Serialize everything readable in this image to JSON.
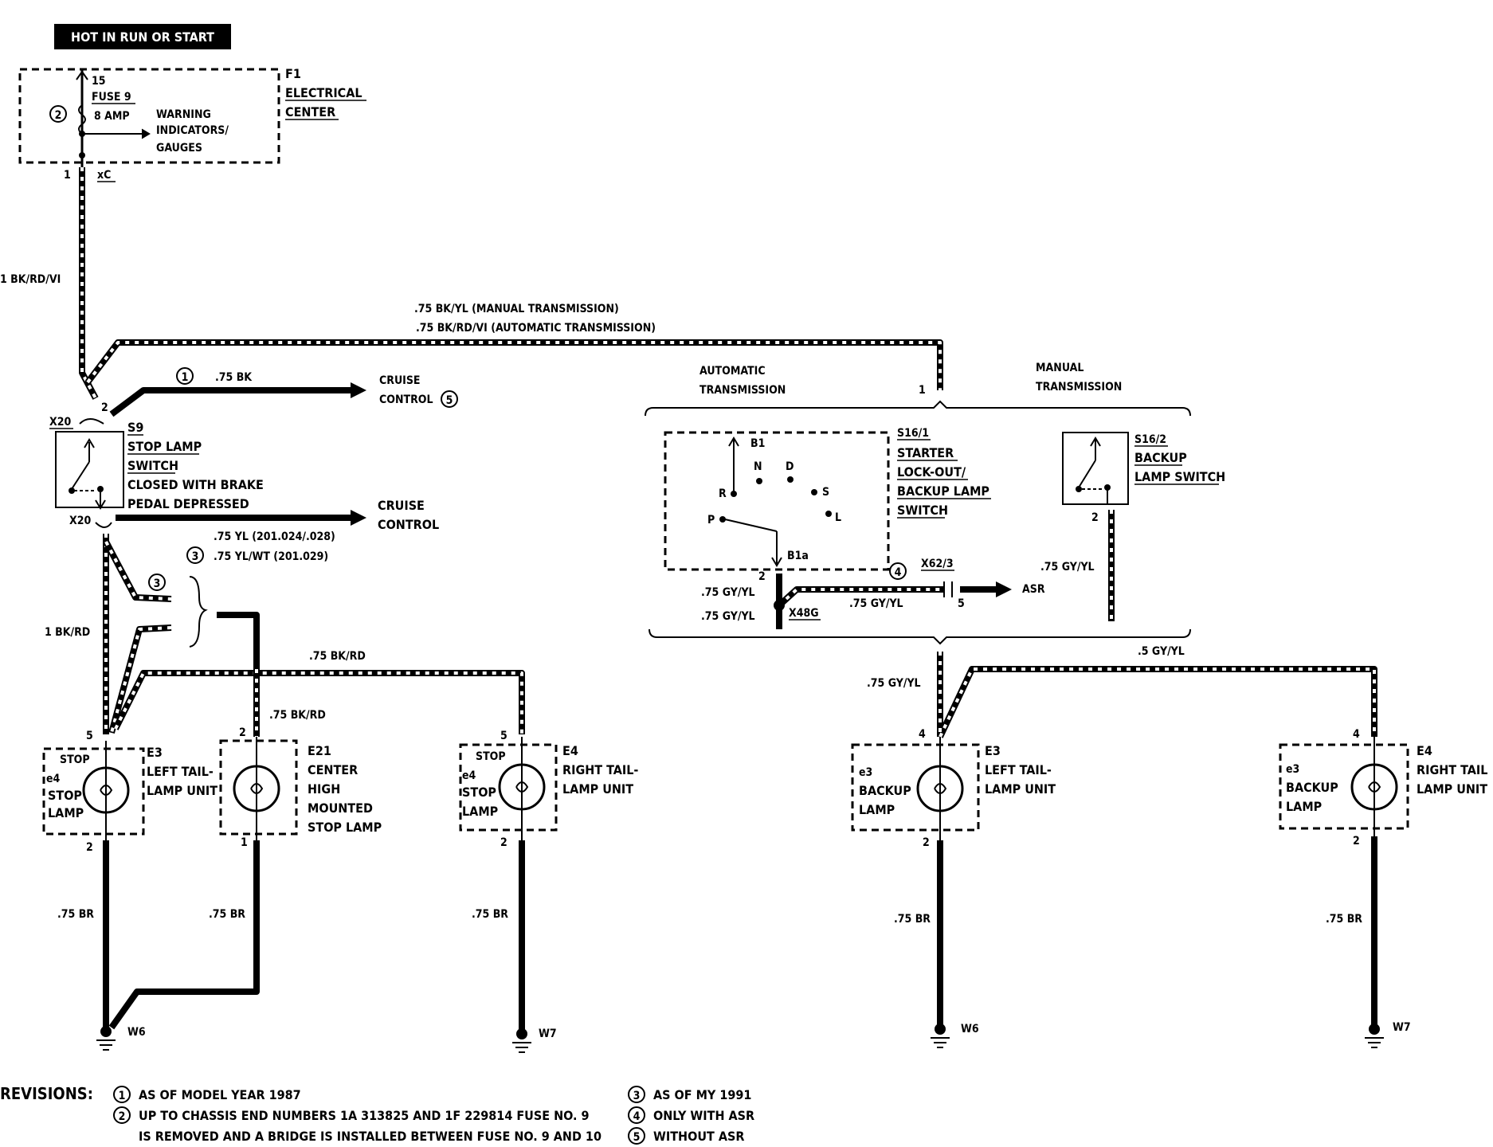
{
  "header": {
    "hot_label": "HOT IN RUN OR START"
  },
  "fuse_box": {
    "terminal": "15",
    "fuse": "FUSE 9",
    "amp": "8 AMP",
    "note": "2",
    "output": [
      "WARNING",
      "INDICATORS/",
      "GAUGES"
    ],
    "id": "F1",
    "name": [
      "ELECTRICAL",
      "CENTER"
    ],
    "pin": "1",
    "connector": "xC"
  },
  "wires": {
    "main": "1 BK/RD/VI",
    "manual": ".75 BK/YL (MANUAL TRANSMISSION)",
    "automatic": ".75 BK/RD/VI (AUTOMATIC TRANSMISSION)",
    "cruise_bk": ".75 BK",
    "yl_201024": ".75 YL (201.024/.028)",
    "yl_wt": ".75 YL/WT (201.029)",
    "bk_rd_1": "1 BK/RD",
    "bk_rd_075": ".75 BK/RD",
    "bk_rd_center": ".75 BK/RD",
    "br1": ".75 BR",
    "br2": ".75 BR",
    "br3": ".75 BR",
    "br4": ".75 BR",
    "br5": ".75 BR",
    "gy_yl_1": ".75 GY/YL",
    "gy_yl_2": ".75 GY/YL",
    "gy_yl_3": ".75 GY/YL",
    "gy_yl_4": ".75 GY/YL",
    "gy_yl_5": ".75 GY/YL",
    "gy_yl_small": ".5 GY/YL"
  },
  "cruise": {
    "note1": "1",
    "top": [
      "CRUISE",
      "CONTROL"
    ],
    "note5": "5",
    "bottom": [
      "CRUISE",
      "CONTROL"
    ]
  },
  "stop_switch": {
    "connector": "X20",
    "connector2": "X20",
    "pin_top": "2",
    "id": "S9",
    "name": [
      "STOP LAMP",
      "SWITCH",
      "CLOSED WITH BRAKE",
      "PEDAL DEPRESSED"
    ]
  },
  "note3": "3",
  "lamps": {
    "left_stop": {
      "pin_in": "5",
      "pin_out": "2",
      "stop": "STOP",
      "sub": "e4",
      "label": [
        "STOP",
        "LAMP"
      ],
      "id": "E3",
      "name": [
        "LEFT TAIL-",
        "LAMP UNIT"
      ]
    },
    "center": {
      "pin_in": "2",
      "pin_out": "1",
      "id": "E21",
      "name": [
        "CENTER",
        "HIGH",
        "MOUNTED",
        "STOP LAMP"
      ]
    },
    "right_stop": {
      "pin_in": "5",
      "pin_out": "2",
      "stop": "STOP",
      "sub": "e4",
      "label": [
        "STOP",
        "LAMP"
      ],
      "id": "E4",
      "name": [
        "RIGHT TAIL-",
        "LAMP UNIT"
      ]
    },
    "left_backup": {
      "pin_in": "4",
      "pin_out": "2",
      "sub": "e3",
      "label": [
        "BACKUP",
        "LAMP"
      ],
      "id": "E3",
      "name": [
        "LEFT TAIL-",
        "LAMP UNIT"
      ]
    },
    "right_backup": {
      "pin_in": "4",
      "pin_out": "2",
      "sub": "e3",
      "label": [
        "BACKUP",
        "LAMP"
      ],
      "id": "E4",
      "name": [
        "RIGHT TAIL",
        "LAMP UNIT"
      ]
    }
  },
  "grounds": {
    "g1": "W6",
    "g2": "W7",
    "g3": "W6",
    "g4": "W7"
  },
  "transmission": {
    "auto_label": [
      "AUTOMATIC",
      "TRANSMISSION"
    ],
    "manual_label": [
      "MANUAL",
      "TRANSMISSION"
    ],
    "pin1": "1",
    "s16_1": {
      "id": "S16/1",
      "name": [
        "STARTER",
        "LOCK-OUT/",
        "BACKUP LAMP",
        "SWITCH"
      ],
      "positions": [
        "B1",
        "N",
        "D",
        "R",
        "S",
        "P",
        "L",
        "B1a"
      ],
      "pin": "2"
    },
    "s16_2": {
      "id": "S16/2",
      "name": [
        "BACKUP",
        "LAMP SWITCH"
      ],
      "pin": "2"
    },
    "x48g": "X48G",
    "x62": "X62/3",
    "note4": "4",
    "asr_pin": "5",
    "asr": "ASR"
  },
  "revisions": {
    "title": "REVISIONS:",
    "items": [
      {
        "num": "1",
        "text": "AS OF MODEL YEAR 1987"
      },
      {
        "num": "2",
        "text": "UP TO CHASSIS END NUMBERS 1A 313825 AND 1F 229814 FUSE NO. 9"
      },
      {
        "num": "",
        "text": "IS REMOVED AND A BRIDGE IS INSTALLED BETWEEN FUSE NO. 9 AND 10"
      },
      {
        "num": "3",
        "text": "AS OF MY 1991"
      },
      {
        "num": "4",
        "text": "ONLY WITH ASR"
      },
      {
        "num": "5",
        "text": "WITHOUT ASR"
      }
    ]
  }
}
